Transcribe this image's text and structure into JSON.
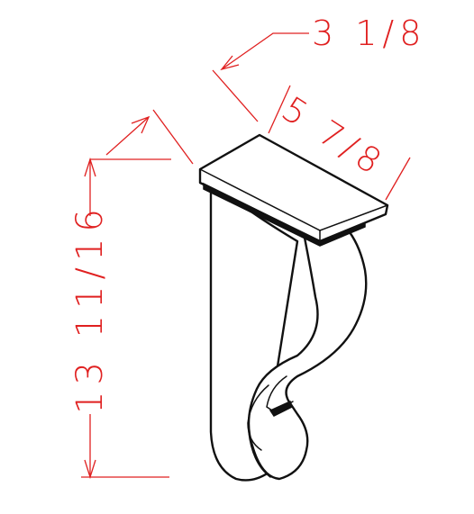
{
  "dimensions": {
    "depth": "3 1/8",
    "width": "5 7/8",
    "height": "13 11/16"
  },
  "colors": {
    "dimension": "#e02020",
    "outline": "#111111",
    "background": "#ffffff"
  }
}
